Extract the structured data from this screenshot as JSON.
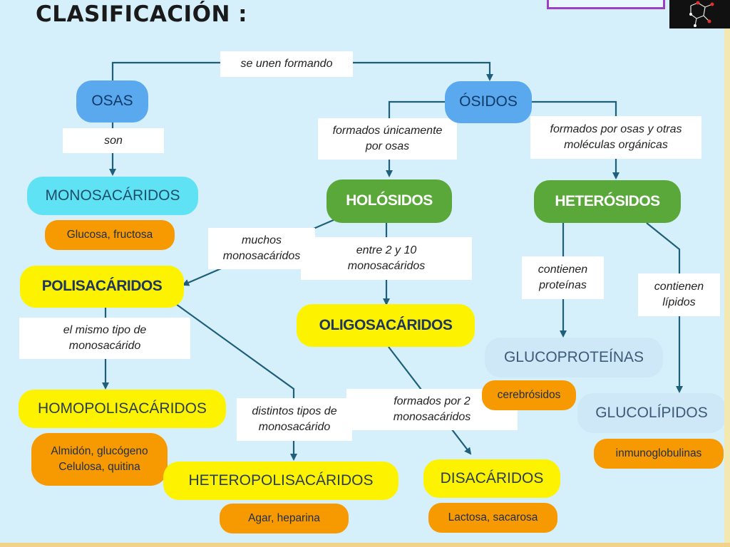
{
  "title": "CLASIFICACIÓN :",
  "nodes": {
    "osas": "OSAS",
    "osidos": "ÓSIDOS",
    "monosacaridos": "MONOSACÁRIDOS",
    "monosacaridos_examples": "Glucosa, fructosa",
    "holosidos": "HOLÓSIDOS",
    "heterosidos": "HETERÓSIDOS",
    "polisacaridos": "POLISACÁRIDOS",
    "oligosacaridos": "OLIGOSACÁRIDOS",
    "homopolisacaridos": "HOMOPOLISACÁRIDOS",
    "homopolisacaridos_examples_1": "Almidón, glucógeno",
    "homopolisacaridos_examples_2": "Celulosa, quitina",
    "heteropolisacaridos": "HETEROPOLISACÁRIDOS",
    "heteropolisacaridos_examples": "Agar, heparina",
    "disacaridos": "DISACÁRIDOS",
    "disacaridos_examples": "Lactosa, sacarosa",
    "glucoproteinas": "GLUCOPROTEÍNAS",
    "glucoproteinas_examples": "cerebrósidos",
    "glucolipidos": "GLUCOLÍPIDOS",
    "glucolipidos_examples": "inmunoglobulinas"
  },
  "labels": {
    "se_unen": "se unen formando",
    "son": "son",
    "formados_unicamente_1": "formados únicamente",
    "formados_unicamente_2": "por osas",
    "formados_osas_otras_1": "formados por osas y otras",
    "formados_osas_otras_2": "moléculas orgánicas",
    "muchos_1": "muchos",
    "muchos_2": "monosacáridos",
    "entre_1": "entre 2 y 10",
    "entre_2": "monosacáridos",
    "contienen_proteinas_1": "contienen",
    "contienen_proteinas_2": "proteínas",
    "contienen_lipidos_1": "contienen",
    "contienen_lipidos_2": "lípidos",
    "mismo_tipo_1": "el mismo tipo de",
    "mismo_tipo_2": "monosacárido",
    "distintos_tipos_1": "distintos tipos de",
    "distintos_tipos_2": "monosacárido",
    "formados_por_2_1": "formados por 2",
    "formados_por_2_2": "monosacáridos"
  },
  "colors": {
    "background": "#d6f0fb",
    "line": "#1f5f7a",
    "blue_node": "#5aa8ee",
    "cyan_node": "#5fe2f3",
    "green_node": "#5aa83a",
    "yellow_node": "#fdf200",
    "light_blue_node": "#cfe8f7",
    "orange_example": "#f79900"
  }
}
